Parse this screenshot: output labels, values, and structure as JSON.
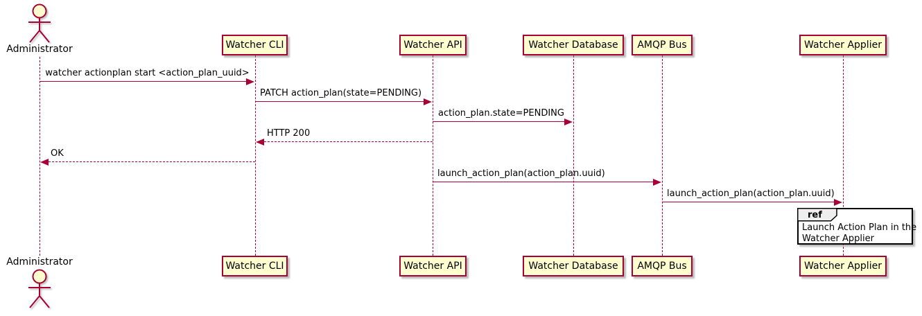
{
  "actor": {
    "name": "Administrator"
  },
  "participants": [
    {
      "name": "Watcher CLI"
    },
    {
      "name": "Watcher API"
    },
    {
      "name": "Watcher Database"
    },
    {
      "name": "AMQP Bus"
    },
    {
      "name": "Watcher Applier"
    }
  ],
  "messages": [
    {
      "from": "Administrator",
      "to": "Watcher CLI",
      "label": "watcher actionplan start <action_plan_uuid>",
      "line": "solid"
    },
    {
      "from": "Watcher CLI",
      "to": "Watcher API",
      "label": "PATCH action_plan(state=PENDING)",
      "line": "solid"
    },
    {
      "from": "Watcher API",
      "to": "Watcher Database",
      "label": "action_plan.state=PENDING",
      "line": "solid"
    },
    {
      "from": "Watcher API",
      "to": "Watcher CLI",
      "label": "HTTP 200",
      "line": "dashed"
    },
    {
      "from": "Watcher CLI",
      "to": "Administrator",
      "label": "OK",
      "line": "dashed"
    },
    {
      "from": "Watcher API",
      "to": "AMQP Bus",
      "label": "launch_action_plan(action_plan.uuid)",
      "line": "solid"
    },
    {
      "from": "AMQP Bus",
      "to": "Watcher Applier",
      "label": "launch_action_plan(action_plan.uuid)",
      "line": "solid"
    }
  ],
  "ref_fragment": {
    "keyword": "ref",
    "lines": [
      "Launch Action Plan in the",
      "Watcher Applier"
    ]
  },
  "colors": {
    "background": "#FFFFFF",
    "participant_fill": "#FEFECE",
    "participant_border": "#A80036",
    "lifeline": "#A80036",
    "arrow": "#A80036",
    "ref_border": "#000000",
    "ref_tab_fill": "#EEEEEE",
    "text": "#000000"
  }
}
